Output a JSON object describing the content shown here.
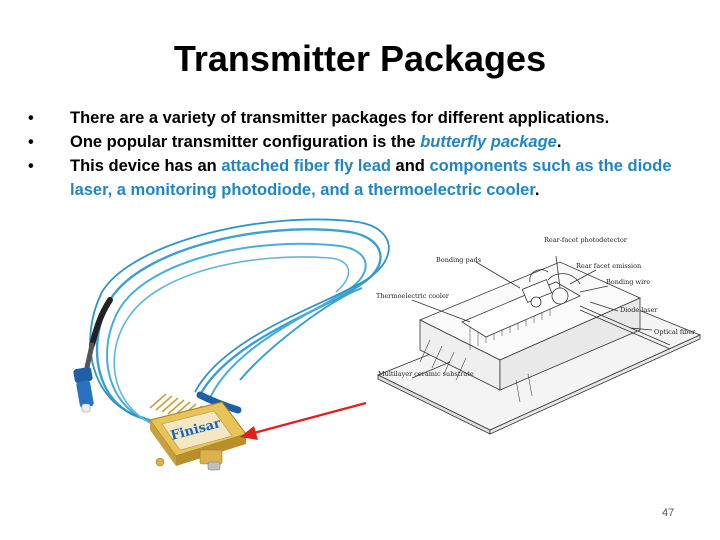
{
  "title": "Transmitter Packages",
  "bullets": [
    {
      "pre": "There are a variety of transmitter packages for different applications."
    },
    {
      "pre": "One popular transmitter configuration is the ",
      "hl": "butterfly package",
      "post": "."
    },
    {
      "pre": "This device has an ",
      "hl1": "attached fiber fly lead",
      "mid": " and ",
      "hl2": "components such as the diode laser, a monitoring photodiode, and a thermoelectric cooler",
      "post": "."
    }
  ],
  "diagram_labels": {
    "bonding_pads": "Bonding pads",
    "photodetector": "Rear-facet photodetector",
    "rear_facet": "Rear facet emission",
    "bonding_wire": "Bonding wire",
    "diode_laser": "Diode laser",
    "optical_fiber": "Optical fiber",
    "te_cooler": "Thermoelectric cooler",
    "multilayer": "Multilayer ceramic substrate"
  },
  "device_brand": "Finisar",
  "page_number": "47",
  "colors": {
    "accent": "#1f86c5",
    "arrow": "#e02020",
    "fiber": "#3aa0d0"
  }
}
